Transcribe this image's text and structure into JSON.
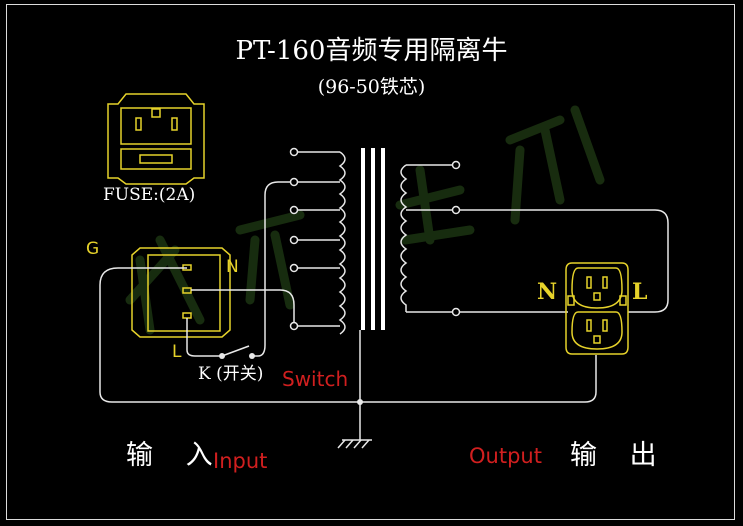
{
  "title": "PT-160音频专用隔离牛",
  "subtitle": "(96-50铁芯)",
  "fuse_label": "FUSE:(2A)",
  "input_socket": {
    "g_label": "G",
    "n_label": "N",
    "l_label": "L"
  },
  "switch": {
    "label_zh": "K (开关)",
    "label_en": "Switch"
  },
  "output_outlet": {
    "n_label": "N",
    "l_label": "L"
  },
  "input_label": {
    "zh": "输 入",
    "en": "Input"
  },
  "output_label": {
    "en": "Output",
    "zh": "输 出"
  },
  "colors": {
    "background": "#000000",
    "wire": "#ffffff",
    "component": "#e6d22a",
    "accent_text": "#d11f1f",
    "watermark": "#1e3a14"
  }
}
